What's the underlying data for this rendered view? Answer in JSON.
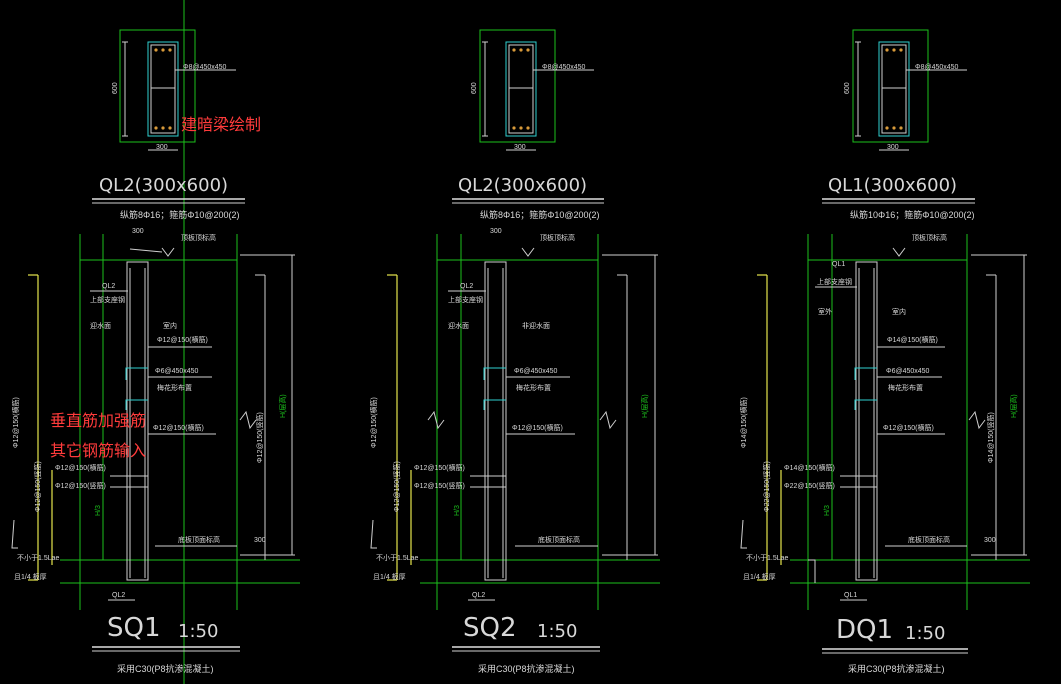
{
  "annotations": {
    "beam_draw": "建暗梁绘制",
    "vertical_bar": "垂直筋加强筋",
    "other_bar": "其它钢筋输入"
  },
  "panels": [
    {
      "id": "sq1",
      "section_title": "QL2(300x600)",
      "section_desc": "纵筋8Φ16；箍筋Φ10@200(2)",
      "dim_height": "600",
      "dim_width": "300",
      "stirrup_label": "Φ8@450x450",
      "wall_dim": "300",
      "top_label": "顶板顶标高",
      "beam_tag": "QL2",
      "beam_sub": "上部支座钢",
      "face_a": "迎水面",
      "face_b": "室内",
      "bar1": "Φ12@150(横筋)",
      "bar2": "Φ6@450x450",
      "bar2_sub": "梅花形布置",
      "bar3": "Φ12@150(横筋)",
      "left_v1": "Φ12@150(横筋)",
      "left_v2": "Φ12@150(竖筋)",
      "bar4": "Φ12@150(横筋)",
      "bar5": "Φ12@150(竖筋)",
      "h_label": "H(层高)",
      "right_v": "Φ12@150(竖筋)",
      "h3_label": "H/3",
      "bottom_label": "底板顶面标高",
      "dim_300": "300",
      "anchor_label": "不小于1.5Lae",
      "anchor_sub": "且1/4 板厚",
      "bottom_tag": "QL2",
      "title": "SQ1",
      "scale": "1:50",
      "note": "采用C30(P8抗渗混凝土)"
    },
    {
      "id": "sq2",
      "section_title": "QL2(300x600)",
      "section_desc": "纵筋8Φ16；箍筋Φ10@200(2)",
      "dim_height": "600",
      "dim_width": "300",
      "stirrup_label": "Φ8@450x450",
      "wall_dim": "300",
      "top_label": "顶板顶标高",
      "beam_tag": "QL2",
      "beam_sub": "上部支座钢",
      "face_a": "迎水面",
      "face_b": "非迎水面",
      "bar1": "",
      "bar2": "Φ6@450x450",
      "bar2_sub": "梅花形布置",
      "bar3": "Φ12@150(横筋)",
      "left_v1": "Φ12@150(横筋)",
      "left_v2": "Φ12@150(竖筋)",
      "bar4": "Φ12@150(横筋)",
      "bar5": "Φ12@150(竖筋)",
      "h_label": "H(层高)",
      "right_v": "",
      "h3_label": "H/3",
      "bottom_label": "底板顶面标高",
      "dim_300": "",
      "anchor_label": "不小于1.5Lae",
      "anchor_sub": "且1/4 板厚",
      "bottom_tag": "QL2",
      "title": "SQ2",
      "scale": "1:50",
      "note": "采用C30(P8抗渗混凝土)"
    },
    {
      "id": "dq1",
      "section_title": "QL1(300x600)",
      "section_desc": "纵筋10Φ16；箍筋Φ10@200(2)",
      "dim_height": "600",
      "dim_width": "300",
      "stirrup_label": "Φ8@450x450",
      "wall_dim": "",
      "top_label": "顶板顶标高",
      "beam_tag": "QL1",
      "beam_sub": "上部支座钢",
      "face_a": "室外",
      "face_b": "室内",
      "bar1": "Φ14@150(横筋)",
      "bar2": "Φ6@450x450",
      "bar2_sub": "梅花形布置",
      "bar3": "Φ12@150(横筋)",
      "left_v1": "Φ14@150(横筋)",
      "left_v2": "Φ22@150(竖筋)",
      "bar4": "Φ14@150(横筋)",
      "bar5": "Φ22@150(竖筋)",
      "h_label": "H(层高)",
      "right_v": "Φ14@150(竖筋)",
      "h3_label": "H/3",
      "bottom_label": "底板顶面标高",
      "dim_300": "300",
      "anchor_label": "不小于1.5Lae",
      "anchor_sub": "且1/4 板厚",
      "bottom_tag": "QL1",
      "title": "DQ1",
      "scale": "1:50",
      "note": "采用C30(P8抗渗混凝土)"
    }
  ]
}
